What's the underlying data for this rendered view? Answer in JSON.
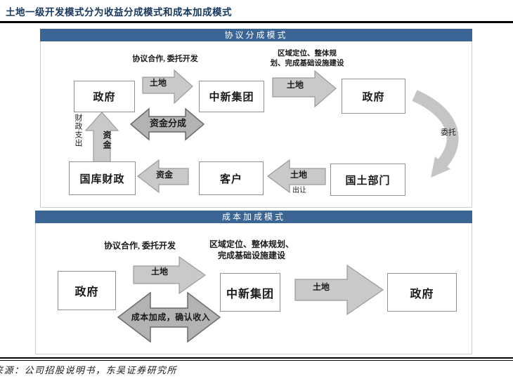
{
  "title": "土地一级开发模式分为收益分成模式和成本加成模式",
  "source": "来源：公司招股说明书，东吴证券研究所",
  "colors": {
    "header_bg": "#3A6595",
    "title_text": "#17365D",
    "arrow_light": "#C9C9C9",
    "arrow_dark": "#B3B3B3",
    "box_border": "#8F8F8F"
  },
  "agreement_model": {
    "header": "协议分成模式",
    "nodes": {
      "gov_left": "政府",
      "zx_group": "中新集团",
      "gov_right": "政府",
      "treasury": "国库财政",
      "customer": "客户",
      "land_bureau": "国土部门"
    },
    "labels": {
      "coop": "协议合作, 委托开发",
      "planning1": "区域定位、整体规",
      "planning2": "划、完成基础设施建设",
      "land_a": "土地",
      "land_b": "土地",
      "land_c": "土地",
      "fund_sharing": "资金分成",
      "fund_up": "资金",
      "fiscal": "财政支出",
      "fund_back": "资金",
      "transfer": "出让",
      "entrust": "委托"
    }
  },
  "cost_model": {
    "header": "成本加成模式",
    "nodes": {
      "gov_left": "政府",
      "zx_group": "中新集团",
      "gov_right": "政府"
    },
    "labels": {
      "coop": "协议合作, 委托开发",
      "planning1": "区域定位、整体规划、",
      "planning2": "完成基础设施建设",
      "land_a": "土地",
      "land_b": "土地",
      "cost_plus": "成本加成，确认收入"
    }
  }
}
